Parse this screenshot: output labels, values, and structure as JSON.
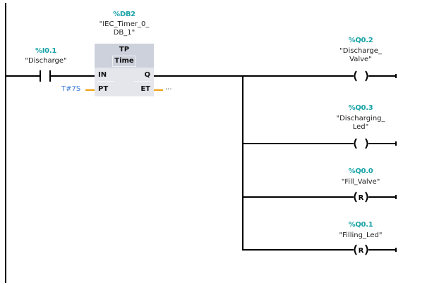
{
  "timer": {
    "db_address": "%DB2",
    "db_name_line1": "\"IEC_Timer_0_",
    "db_name_line2": "DB_1\"",
    "type": "TP",
    "unit": "Time",
    "pins": {
      "in": "IN",
      "pt": "PT",
      "q": "Q",
      "et": "ET"
    },
    "pt_value": "T#7S",
    "et_value": "..."
  },
  "contact": {
    "address": "%I0.1",
    "name": "\"Discharge\"",
    "type": "normally-open"
  },
  "coils": [
    {
      "address": "%Q0.2",
      "name_line1": "\"Discharge_",
      "name_line2": "Valve\"",
      "symbol": "",
      "kind": "output"
    },
    {
      "address": "%Q0.3",
      "name_line1": "\"Discharging_",
      "name_line2": "Led\"",
      "symbol": "",
      "kind": "output"
    },
    {
      "address": "%Q0.0",
      "name_line1": "\"Fill_Valve\"",
      "name_line2": "",
      "symbol": "R",
      "kind": "reset"
    },
    {
      "address": "%Q0.1",
      "name_line1": "\"Filling_Led\"",
      "name_line2": "",
      "symbol": "R",
      "kind": "reset"
    }
  ],
  "colors": {
    "wire": "#000000",
    "param_wire": "#f0a010",
    "address": "#1aa3a8",
    "constant": "#3b7bd4"
  }
}
